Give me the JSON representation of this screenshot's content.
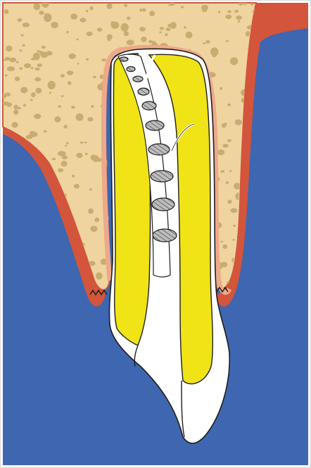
{
  "colors": {
    "frame": "#d9d9d9",
    "background": "#3f66b0",
    "bone": "#efd4a0",
    "bone_pore": "#c9ac70",
    "gum": "#d2553c",
    "periodontal_ligament": "#eea989",
    "root_canal_filling": "#f0e316",
    "tooth": "#ffffff",
    "outline": "#1e1e1e",
    "canal_disc_fill": "#bdbdbd",
    "canal_disc_hatch": "#555555"
  },
  "elements": {
    "bone": "alveolar-bone",
    "gum": "gingiva",
    "root": "tooth-root",
    "filling": "root-canal-filling",
    "crown": "tooth-crown",
    "canal": "root-canal",
    "discs": "canal-segments"
  },
  "disc_count": 10
}
